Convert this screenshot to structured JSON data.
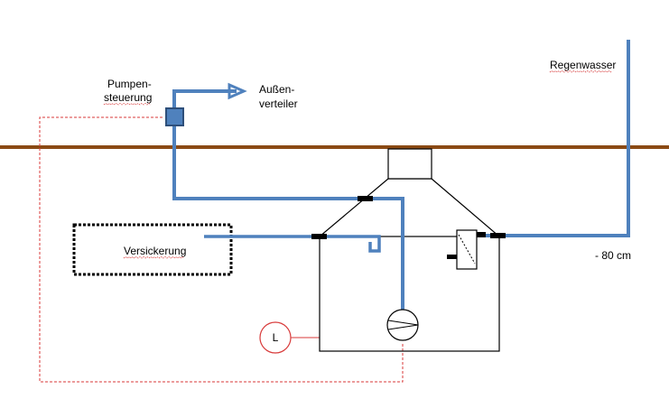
{
  "labels": {
    "pump_control_line1": "Pumpen-",
    "pump_control_line2": "steuerung",
    "outdoor_line1": "Außen-",
    "outdoor_line2": "verteiler",
    "rainwater": "Regenwasser",
    "infiltration": "Versickerung",
    "depth": "- 80 cm",
    "level_sensor": "L"
  },
  "colors": {
    "ground_line": "#8b4a14",
    "water_pipe": "#4f81bd",
    "pump_control_box": "#3f6fae",
    "control_wire": "#d83a3a",
    "tank_outline": "#000000",
    "coupling": "#000000"
  },
  "icons": {
    "pump": "pump-circle-symbol",
    "filter": "filter-box-diagonal",
    "level_sensor": "circle-letter-L",
    "flow_arrow": "arrow-right"
  }
}
